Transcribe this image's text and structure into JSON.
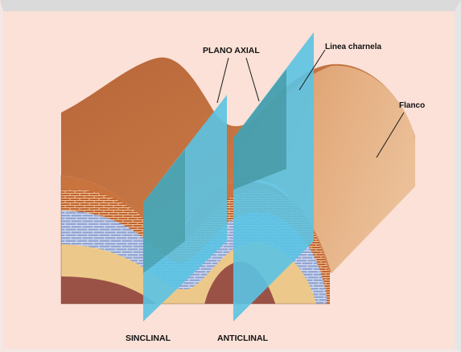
{
  "labels": {
    "plano_axial": "PLANO AXIAL",
    "linea_charnela": "Linea charnela",
    "flanco": "Flanco",
    "sinclinal": "SINCLINAL",
    "anticlinal": "ANTICLINAL"
  },
  "colors": {
    "background": "#fbe1d7",
    "top_surface": "#c9743f",
    "side_surface": "#e0a877",
    "brick_layer": "#b85a2c",
    "blue_layer": "#8fa3d0",
    "sand_layer": "#ecc98a",
    "core": "#9a5247",
    "axial_plane": "#5bc3e3"
  }
}
